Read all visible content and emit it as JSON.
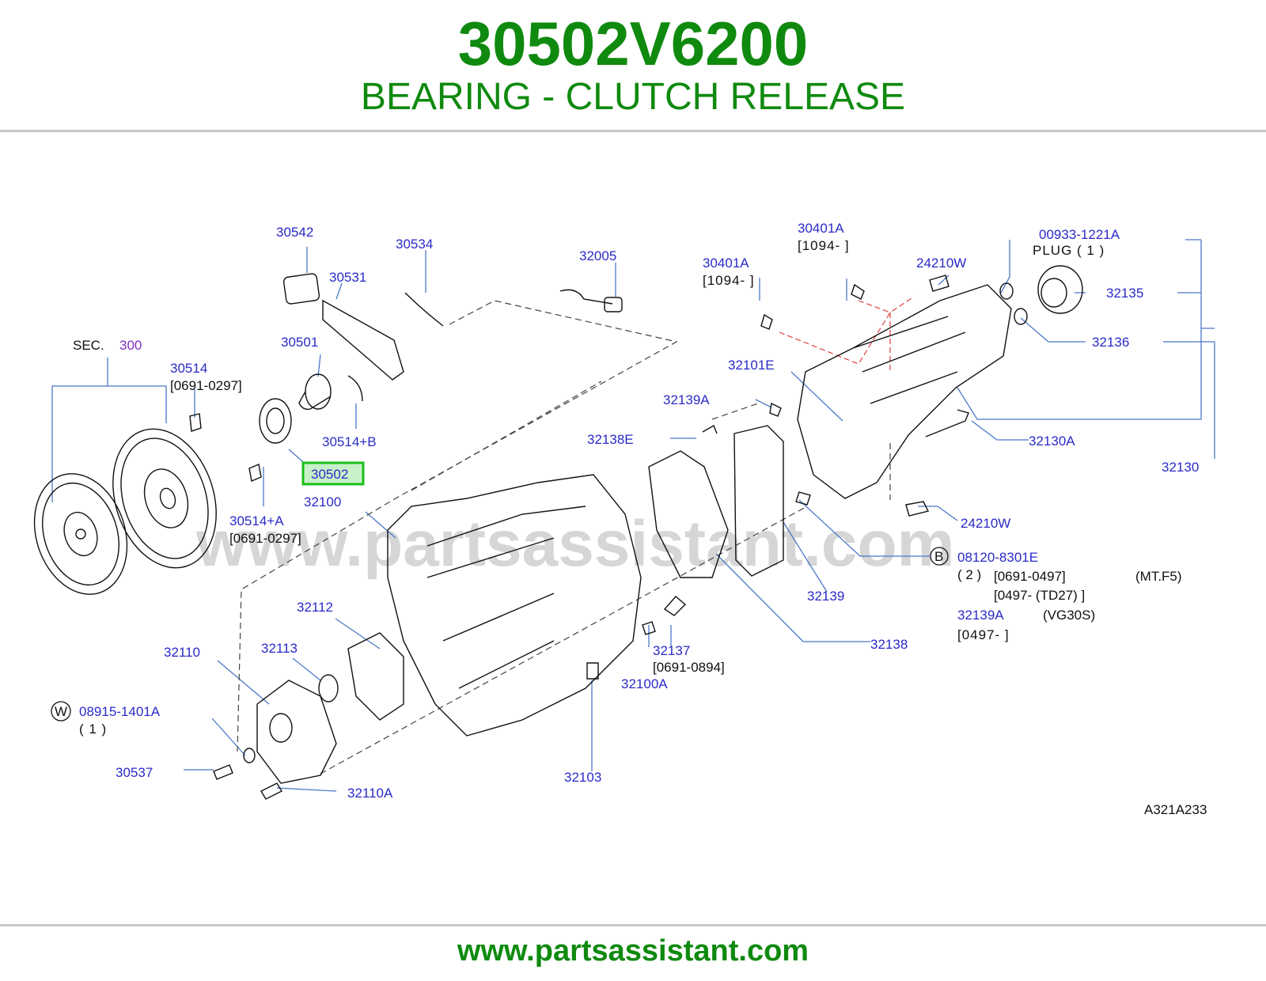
{
  "header": {
    "part_number": "30502V6200",
    "description": "BEARING - CLUTCH RELEASE"
  },
  "footer": {
    "website": "www.partsassistant.com"
  },
  "diagram": {
    "watermark": "www.partsassistant.com",
    "diagram_code": "A321A233",
    "highlighted_callout": "30502",
    "section_ref": {
      "prefix": "SEC.",
      "number": "300"
    },
    "callouts": {
      "c30542": "30542",
      "c30534": "30534",
      "c30531": "30531",
      "c32005": "32005",
      "c30501": "30501",
      "c30514": "30514",
      "c30514_date": "[0691-0297]",
      "c30514b": "30514+B",
      "c32100": "32100",
      "c30514a": "30514+A",
      "c30514a_date": "[0691-0297]",
      "c30401a_top": "30401A",
      "c30401a_top_date": "[1094-           ]",
      "c30401a": "30401A",
      "c30401a_date": "[1094-           ]",
      "c24210w_top": "24210W",
      "c00933": "00933-1221A",
      "c00933_name": "PLUG   (  1  )",
      "c32135": "32135",
      "c32136": "32136",
      "c32101e": "32101E",
      "c32139a": "32139A",
      "c32138e": "32138E",
      "c32130a": "32130A",
      "c32130": "32130",
      "c24210w": "24210W",
      "c08120": "08120-8301E",
      "c08120_qty": "( 2 )",
      "c08120_date1": "[0691-0497]",
      "c08120_model1": "(MT.F5)",
      "c08120_date2": "[0497-   (TD27)  ]",
      "c32139a_b": "32139A",
      "c32139a_b_model": "(VG30S)",
      "c32139a_b_date": "[0497-                    ]",
      "c32139": "32139",
      "c32138": "32138",
      "c32112": "32112",
      "c32110": "32110",
      "c32113": "32113",
      "c32137": "32137",
      "c32137_date": "[0691-0894]",
      "c32100a": "32100A",
      "c08915": "08915-1401A",
      "c08915_qty": "(  1  )",
      "c30537": "30537",
      "c32110a": "32110A",
      "c32103": "32103"
    },
    "circle_markers": {
      "bolt_marker": "B",
      "washer_marker": "W"
    },
    "colors": {
      "title_green": "#0f8a0f",
      "callout_blue": "#2a2ac8",
      "leader_blue": "#4a78c8",
      "section_purple": "#8030c0",
      "highlight_green": "#18c018",
      "highlight_fill": "#c8f0c8",
      "guide_red": "#e04040"
    }
  }
}
